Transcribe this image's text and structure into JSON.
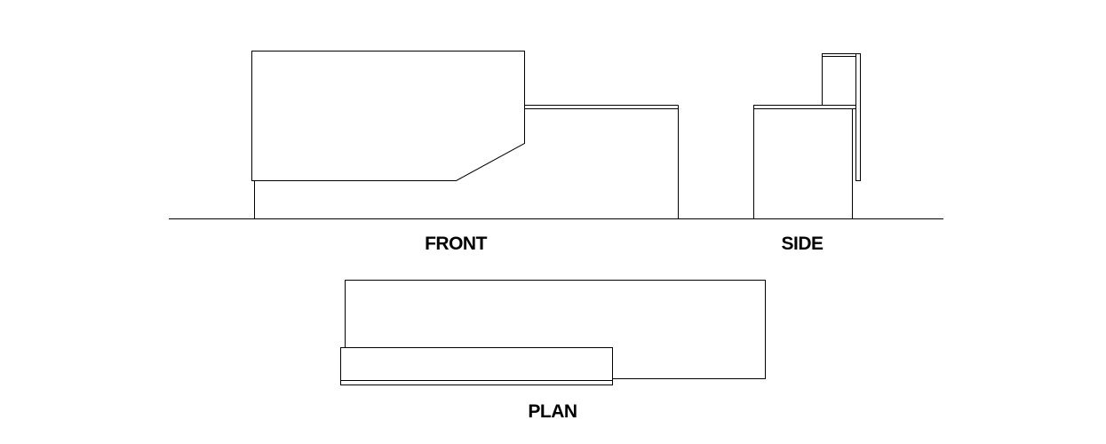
{
  "views": {
    "front": {
      "label": "FRONT"
    },
    "side": {
      "label": "SIDE"
    },
    "plan": {
      "label": "PLAN"
    }
  },
  "colors": {
    "background": "#ffffff",
    "line": "#000000"
  }
}
